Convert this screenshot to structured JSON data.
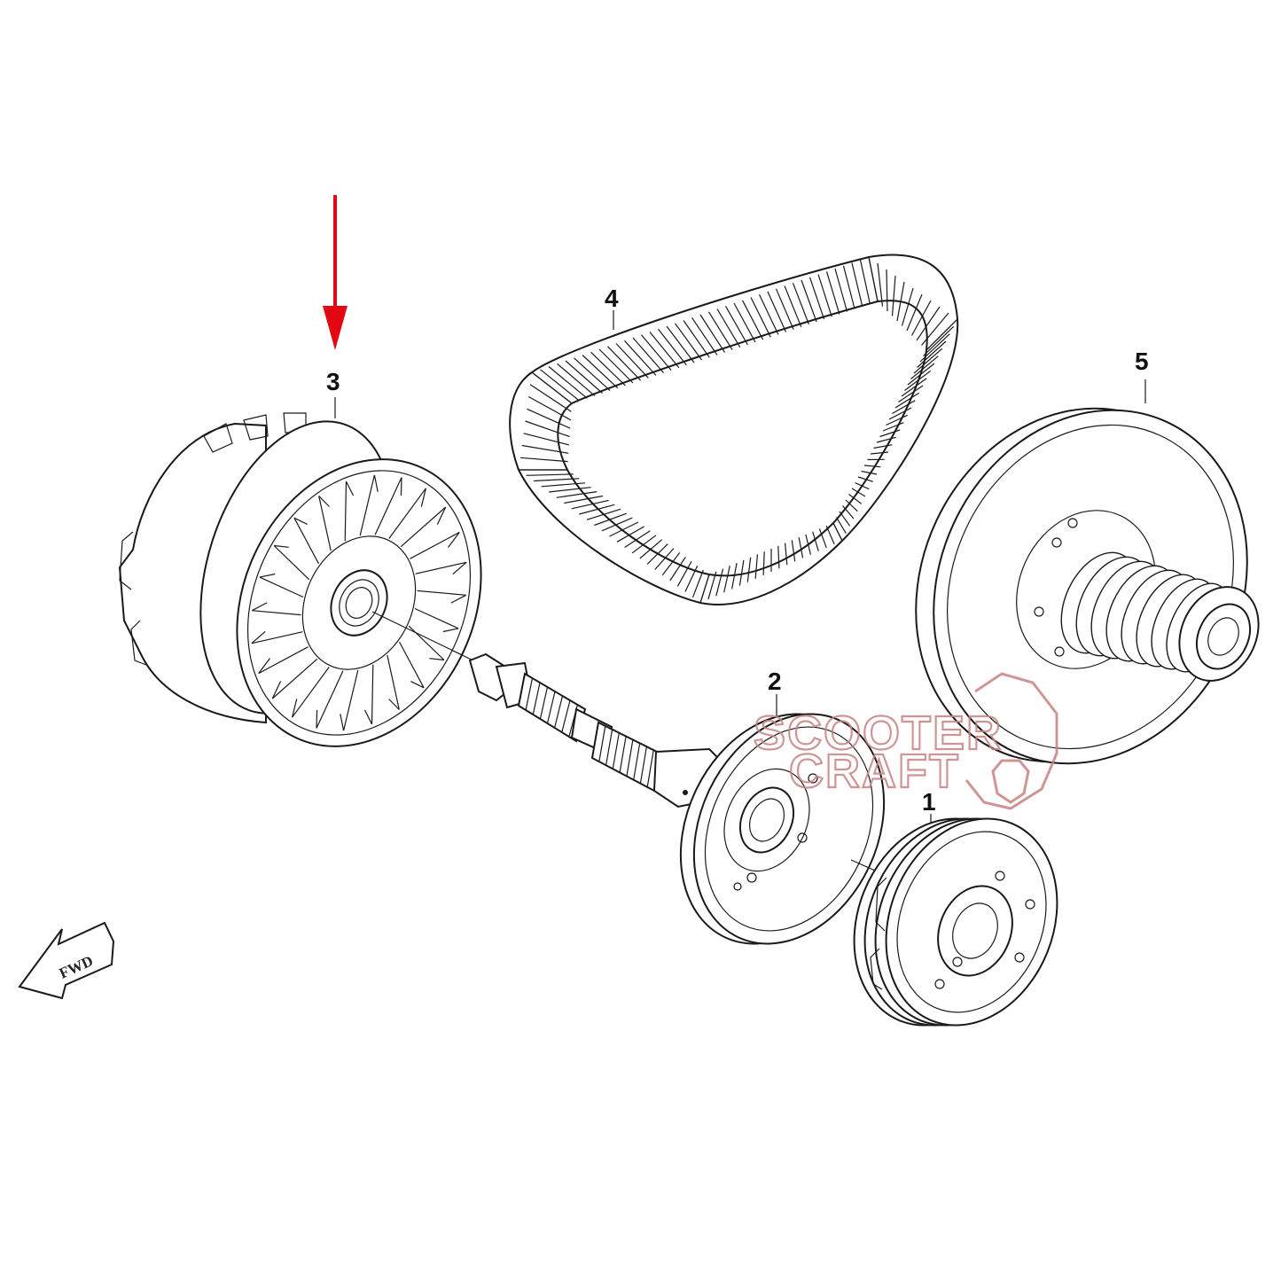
{
  "callouts": [
    {
      "id": "1",
      "label": "1"
    },
    {
      "id": "2",
      "label": "2"
    },
    {
      "id": "3",
      "label": "3"
    },
    {
      "id": "4",
      "label": "4"
    },
    {
      "id": "5",
      "label": "5"
    }
  ],
  "direction_label": "FWD",
  "watermark": {
    "line1": "SCOOTER",
    "line2": "CRAFT"
  },
  "colors": {
    "indicator_arrow": "#e30613",
    "watermark": "#c78383",
    "line": "#1a1a1a",
    "background": "#ffffff"
  },
  "icons": [
    "red-indicator-arrow-icon",
    "fwd-direction-arrow-icon",
    "scooter-craft-logo-icon"
  ]
}
